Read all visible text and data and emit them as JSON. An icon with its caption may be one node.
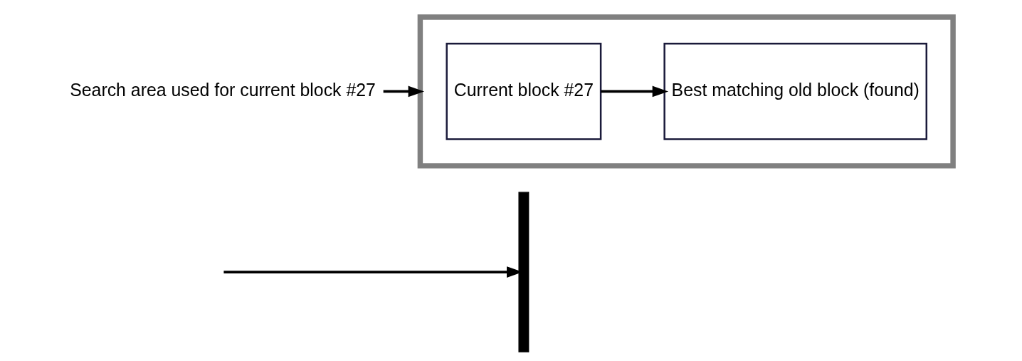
{
  "diagram": {
    "nodes": [
      {
        "text": [],
        "shape": "bar"
      },
      {
        "text": [
          "Search area used for current block #27"
        ]
      },
      {
        "text": [],
        "shape": "box"
      },
      {
        "text": [
          "Current block #27"
        ],
        "in": 2
      },
      {
        "text": [
          "Best matching old block (found)"
        ],
        "in": 2
      }
    ],
    "edges": [
      {
        "from": null,
        "to": 0,
        "arrow": "to"
      },
      {
        "from": 1,
        "to": 2,
        "arrow": "to"
      },
      {
        "from": 3,
        "to": 4,
        "arrow": "to"
      }
    ]
  }
}
